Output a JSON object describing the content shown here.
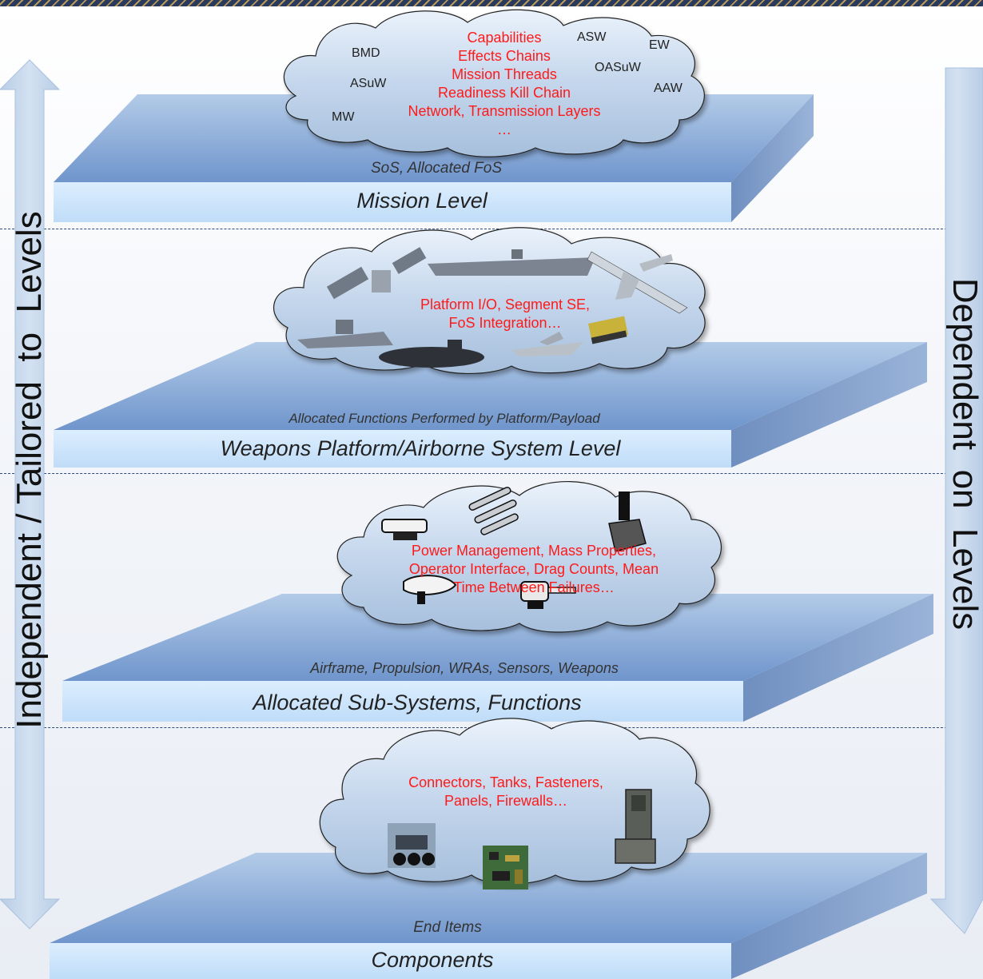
{
  "side_labels": {
    "left": "Independent / Tailored  to  Levels",
    "right": "Dependent  on  Levels"
  },
  "levels": [
    {
      "sub_label": "SoS, Allocated FoS",
      "main_label": "Mission Level",
      "cloud_text": [
        "Capabilities",
        "Effects Chains",
        "Mission Threads",
        "Readiness Kill Chain",
        "Network, Transmission Layers",
        "…"
      ],
      "tags": [
        "BMD",
        "ASuW",
        "MW",
        "ASW",
        "EW",
        "OASuW",
        "AAW"
      ]
    },
    {
      "sub_label": "Allocated Functions Performed by Platform/Payload",
      "main_label": "Weapons Platform/Airborne System Level",
      "cloud_text": [
        "Platform I/O, Segment SE,",
        "FoS Integration…"
      ],
      "icons": [
        "satellite-icon",
        "aircraft-carrier-icon",
        "surveillance-aircraft-icon",
        "destroyer-icon",
        "submarine-icon",
        "fighter-jet-icon",
        "armored-vehicle-icon"
      ]
    },
    {
      "sub_label": "Airframe, Propulsion, WRAs, Sensors, Weapons",
      "main_label": "Allocated Sub-Systems, Functions",
      "cloud_text": [
        "Power Management, Mass Properties,",
        "Operator Interface, Drag Counts, Mean",
        "Time Between Failures…"
      ],
      "icons": [
        "sensor-pod-icon",
        "missiles-icon",
        "joystick-icon",
        "radome-icon",
        "gun-turret-icon"
      ]
    },
    {
      "sub_label": "End Items",
      "main_label": "Components",
      "cloud_text": [
        "Connectors, Tanks, Fasteners,",
        "Panels, Firewalls…"
      ],
      "icons": [
        "landing-gear-photo-icon",
        "circuit-board-icon",
        "ejection-seat-icon"
      ]
    }
  ],
  "colors": {
    "platform_top": "#8fb0d9",
    "platform_front": "#c9e2fb",
    "platform_side": "#7a97c4",
    "arrow": "#c5d5ea",
    "cloud_text": "#ff1a1a",
    "divider": "#2e4b7a"
  }
}
